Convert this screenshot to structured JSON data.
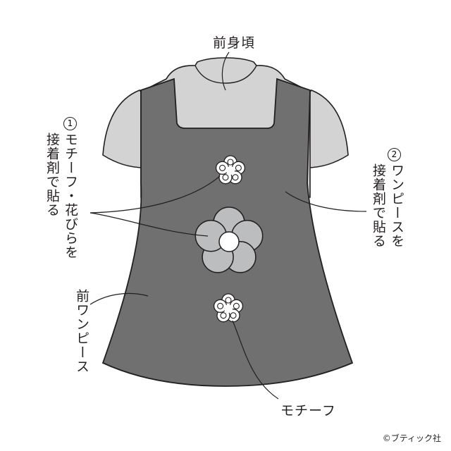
{
  "labels": {
    "maemigoro": "前身頃",
    "step1_num": "1",
    "step1_col1": "モチーフ・花びらを",
    "step1_col2": "接着剤で貼る",
    "step2_num": "2",
    "step2_col1": "ワンピースを",
    "step2_col2": "接着剤で貼る",
    "mae_onepiece": "前ワンピース",
    "motif": "モチーフ",
    "copyright": "©ブティック社"
  },
  "colors": {
    "dress": "#707071",
    "bodice": "#d3d3d4",
    "petal": "#bcbdbe",
    "outline": "#231f20",
    "white": "#ffffff"
  }
}
